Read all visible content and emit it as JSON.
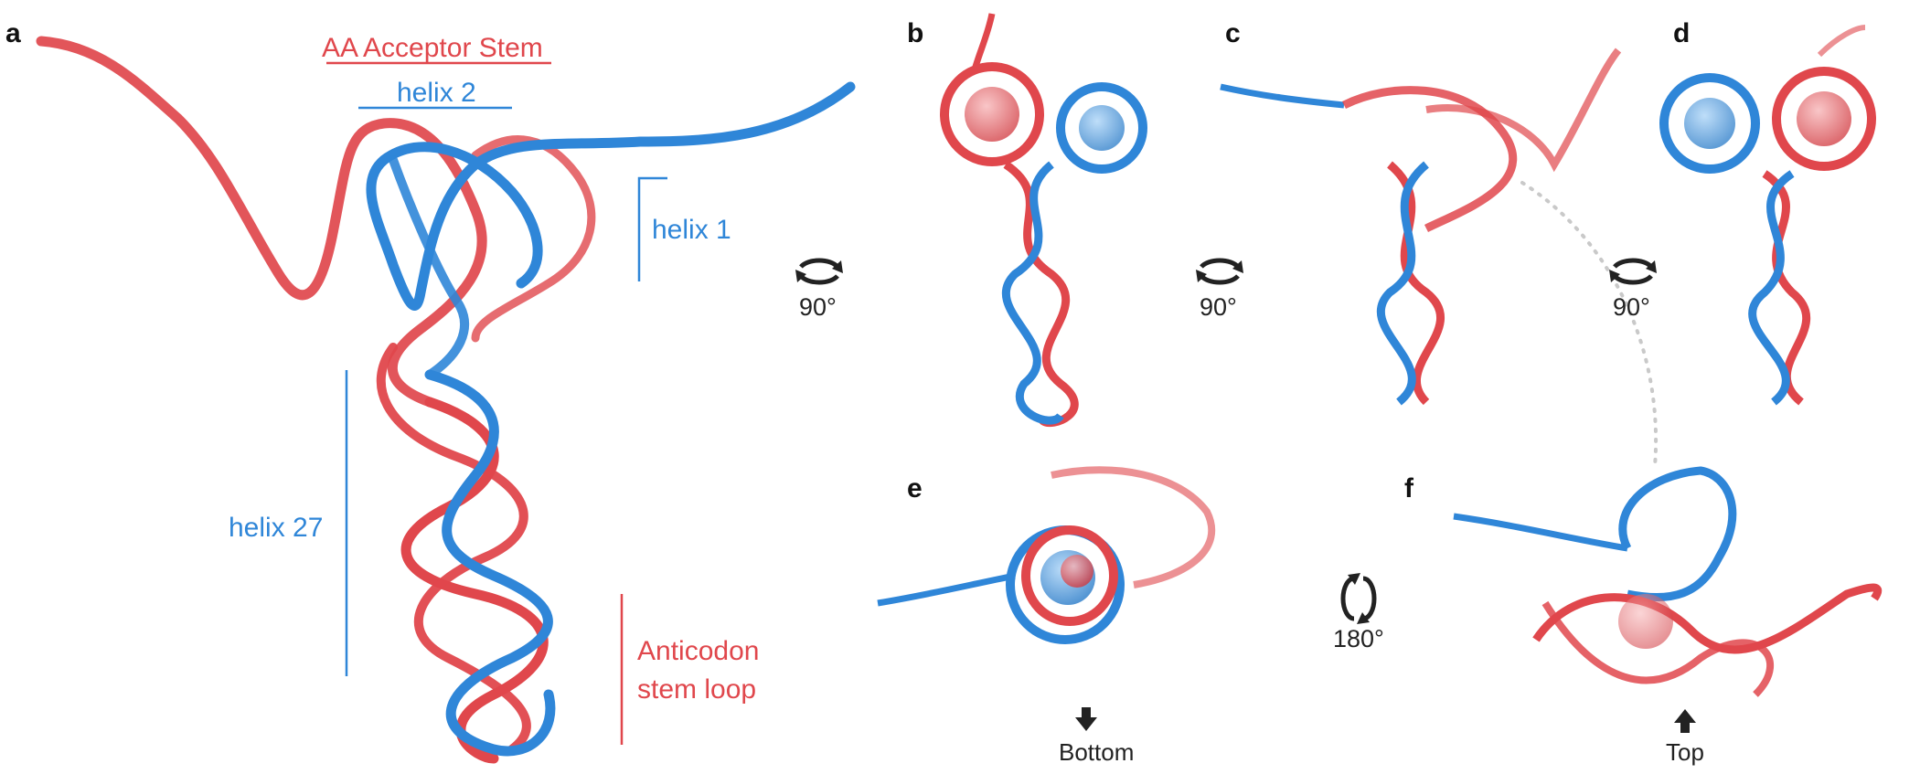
{
  "colors": {
    "red": "#E0474C",
    "blue": "#2F86D8",
    "dark_red": "#9E2A2E",
    "dark_blue": "#1D5F9E",
    "arrow": "#222222",
    "dotted": "#C9C9C9"
  },
  "panels": {
    "a": "a",
    "b": "b",
    "c": "c",
    "d": "d",
    "e": "e",
    "f": "f"
  },
  "labels": {
    "aa_acceptor_stem": "AA Acceptor Stem",
    "helix_2": "helix 2",
    "helix_1": "helix 1",
    "helix_27": "helix 27",
    "anticodon_line1": "Anticodon",
    "anticodon_line2": "stem loop",
    "bottom": "Bottom",
    "top": "Top"
  },
  "rotations": {
    "r1": "90°",
    "r2": "90°",
    "r3": "90°",
    "r4": "180°"
  },
  "icons": {
    "rotate_horizontal": "rotate-horizontal-icon",
    "rotate_vertical": "rotate-vertical-icon",
    "arrow_down": "arrow-down-icon",
    "arrow_up": "arrow-up-icon"
  }
}
